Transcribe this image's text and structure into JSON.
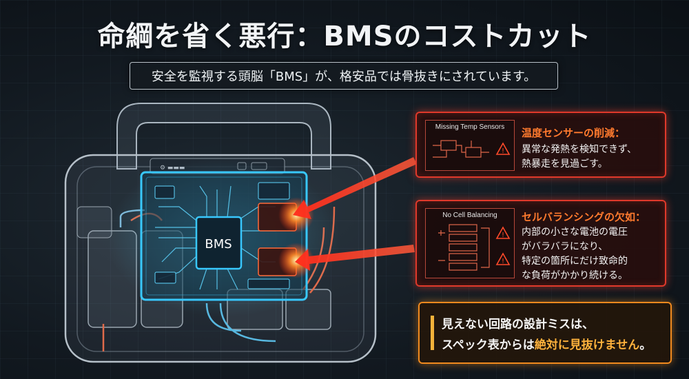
{
  "title": "命綱を省く悪行：BMSのコストカット",
  "subtitle": "安全を監視する頭脳「BMS」が、格安品では骨抜きにされています。",
  "chip_label": "BMS",
  "device_panel_label": "⚙ ▬▬▬",
  "callouts": [
    {
      "thumb_title": "Missing Temp Sensors",
      "heading": "温度センサーの削減：",
      "body": [
        "異常な発熱を検知できず、",
        "熱暴走を見過ごす。"
      ]
    },
    {
      "thumb_title": "No Cell Balancing",
      "heading": "セルバランシングの欠如：",
      "body": [
        "内部の小さな電池の電圧",
        "がバラバラになり、",
        "特定の箇所にだけ致命的",
        "な負荷がかかり続ける。"
      ]
    }
  ],
  "bottom_note": {
    "line1": "見えない回路の設計ミスは、",
    "line2_prefix": "スペック表からは",
    "line2_highlight": "絶対に見抜けません",
    "line2_suffix": "。"
  },
  "colors": {
    "accent_red": "#e0392b",
    "accent_orange": "#f08a1e",
    "chip_cyan": "#38c8ff"
  }
}
